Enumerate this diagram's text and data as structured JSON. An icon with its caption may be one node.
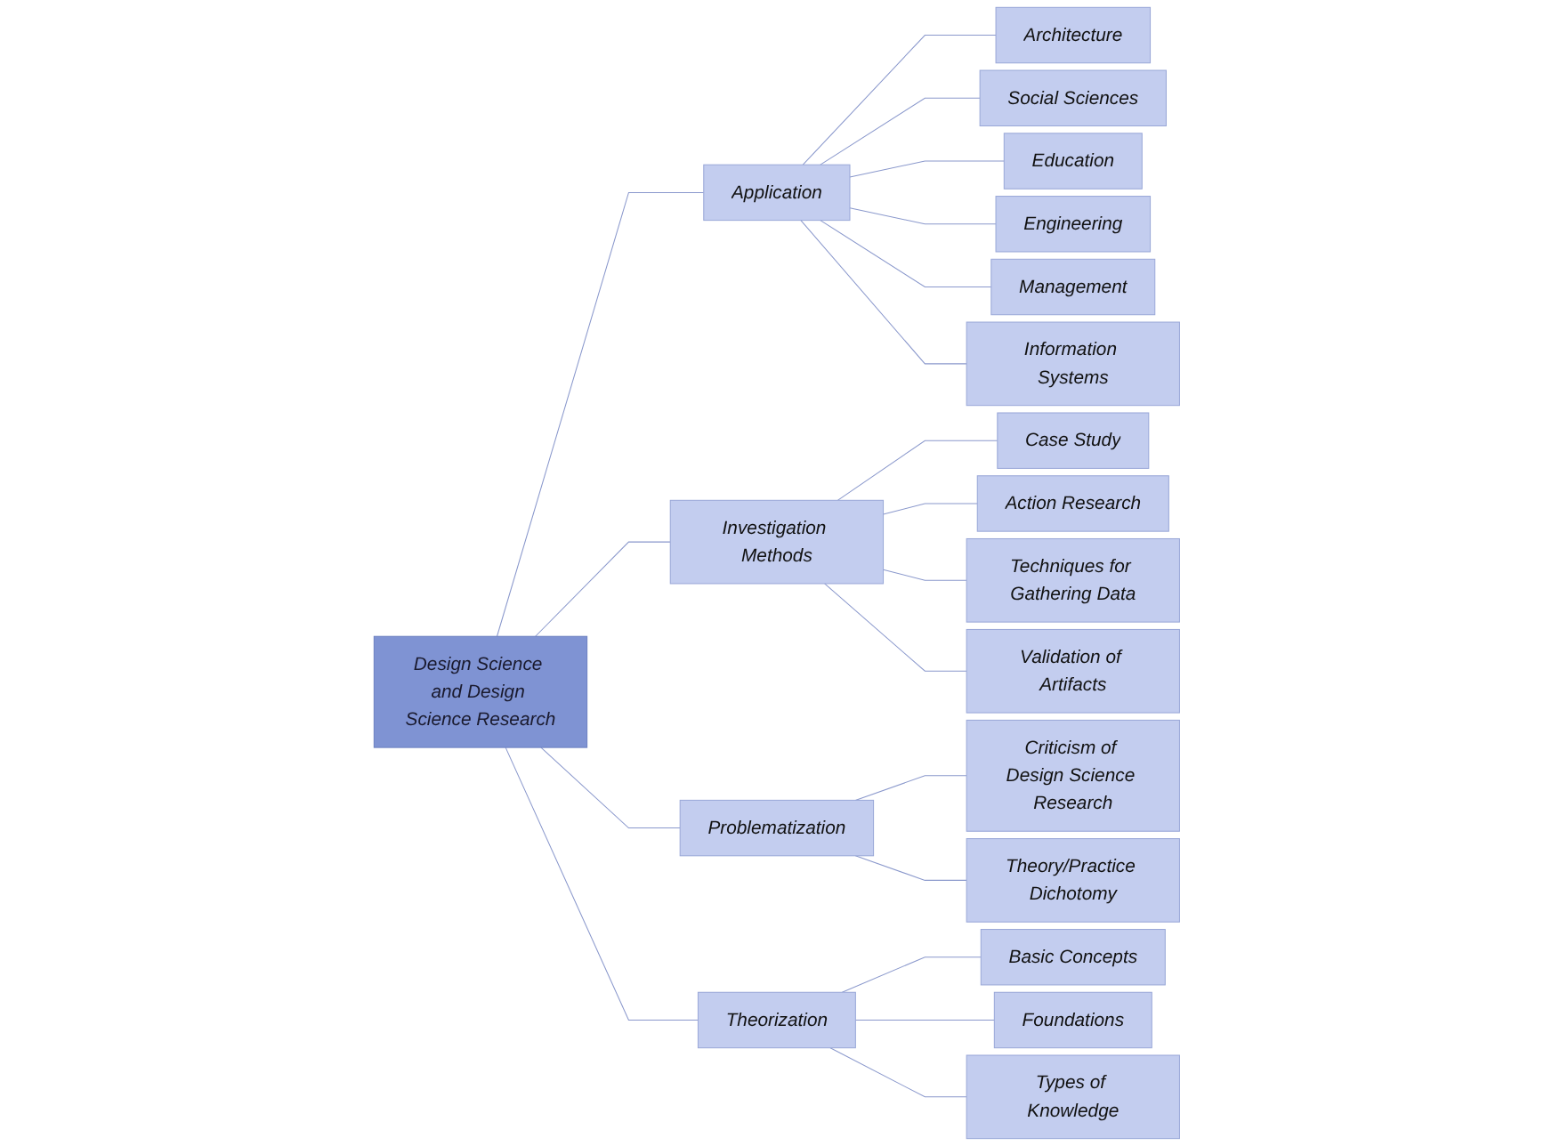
{
  "diagram": {
    "nodes": [
      {
        "text": [
          "Design Science and Design Science Research"
        ]
      },
      {
        "text": [
          "Application"
        ]
      },
      {
        "text": [
          "Architecture"
        ]
      },
      {
        "text": [
          "Social Sciences"
        ]
      },
      {
        "text": [
          "Education"
        ]
      },
      {
        "text": [
          "Engineering"
        ]
      },
      {
        "text": [
          "Management"
        ]
      },
      {
        "text": [
          "Information Systems"
        ]
      },
      {
        "text": [
          "Investigation Methods"
        ]
      },
      {
        "text": [
          "Case Study"
        ]
      },
      {
        "text": [
          "Action Research"
        ]
      },
      {
        "text": [
          "Techniques for Gathering Data"
        ]
      },
      {
        "text": [
          "Validation of Artifacts"
        ]
      },
      {
        "text": [
          "Problematization"
        ]
      },
      {
        "text": [
          "Criticism of *Design Science Research*"
        ]
      },
      {
        "text": [
          "Theory/Practice Dichotomy"
        ]
      },
      {
        "text": [
          "Theorization"
        ]
      },
      {
        "text": [
          "Basic Concepts"
        ]
      },
      {
        "text": [
          "Foundations"
        ]
      },
      {
        "text": [
          "Types of Knowledge"
        ]
      }
    ],
    "edges": [
      {
        "from": 0,
        "to": 1,
        "arrow": "none"
      },
      {
        "from": 1,
        "to": 2,
        "arrow": "none"
      },
      {
        "from": 1,
        "to": 3,
        "arrow": "none"
      },
      {
        "from": 1,
        "to": 4,
        "arrow": "none"
      },
      {
        "from": 1,
        "to": 5,
        "arrow": "none"
      },
      {
        "from": 1,
        "to": 6,
        "arrow": "none"
      },
      {
        "from": 1,
        "to": 7,
        "arrow": "none"
      },
      {
        "from": 0,
        "to": 8,
        "arrow": "none"
      },
      {
        "from": 8,
        "to": 9,
        "arrow": "none"
      },
      {
        "from": 8,
        "to": 10,
        "arrow": "none"
      },
      {
        "from": 8,
        "to": 11,
        "arrow": "none"
      },
      {
        "from": 8,
        "to": 12,
        "arrow": "none"
      },
      {
        "from": 0,
        "to": 13,
        "arrow": "none"
      },
      {
        "from": 13,
        "to": 14,
        "arrow": "none"
      },
      {
        "from": 13,
        "to": 15,
        "arrow": "none"
      },
      {
        "from": 0,
        "to": 16,
        "arrow": "none"
      },
      {
        "from": 16,
        "to": 17,
        "arrow": "none"
      },
      {
        "from": 16,
        "to": 18,
        "arrow": "none"
      },
      {
        "from": 16,
        "to": 19,
        "arrow": "none"
      }
    ]
  }
}
